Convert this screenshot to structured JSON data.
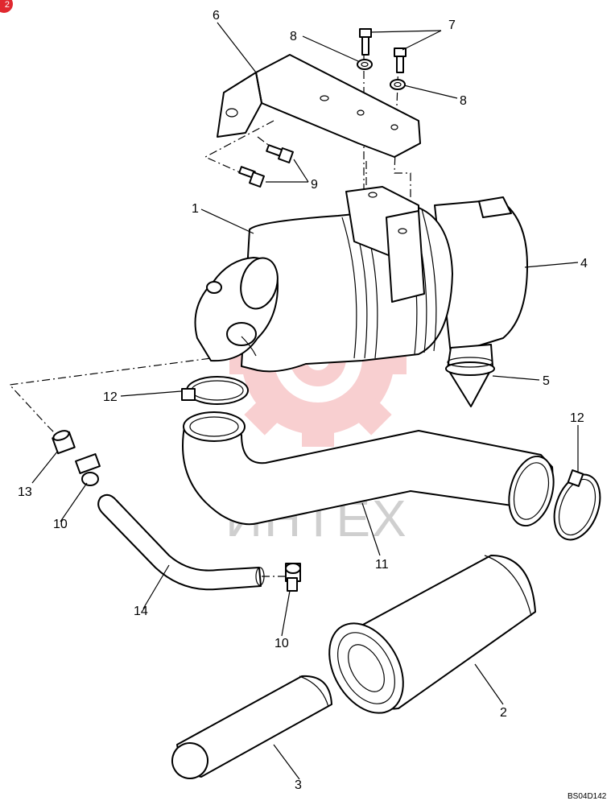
{
  "badge": "2",
  "watermark": {
    "text": "ИНТЕХ",
    "color": "#e0282f"
  },
  "callouts": [
    {
      "id": "c1",
      "text": "1"
    },
    {
      "id": "c2",
      "text": "2"
    },
    {
      "id": "c3",
      "text": "3"
    },
    {
      "id": "c4",
      "text": "4"
    },
    {
      "id": "c5",
      "text": "5"
    },
    {
      "id": "c6",
      "text": "6"
    },
    {
      "id": "c7",
      "text": "7"
    },
    {
      "id": "c8a",
      "text": "8"
    },
    {
      "id": "c8b",
      "text": "8"
    },
    {
      "id": "c9",
      "text": "9"
    },
    {
      "id": "c10a",
      "text": "10"
    },
    {
      "id": "c10b",
      "text": "10"
    },
    {
      "id": "c11",
      "text": "11"
    },
    {
      "id": "c12a",
      "text": "12"
    },
    {
      "id": "c12b",
      "text": "12"
    },
    {
      "id": "c13",
      "text": "13"
    },
    {
      "id": "c14",
      "text": "14"
    }
  ],
  "drawing_code": "BS04D142"
}
